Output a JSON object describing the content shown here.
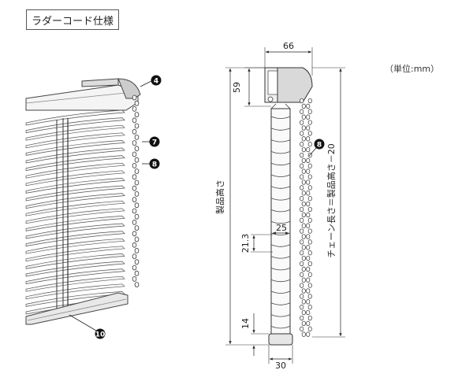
{
  "header": {
    "title": "ラダーコード仕様"
  },
  "unit": "（単位:mm）",
  "dimensions": {
    "top_width": "66",
    "head_height": "59",
    "product_height": "製品高さ",
    "slat_pitch": "21.3",
    "slat_width": "25",
    "bottom_height": "14",
    "bottom_width": "30",
    "chain_length": "チェーン長さ＝製品高さ－20"
  },
  "callouts": [
    {
      "id": "4",
      "label": "4"
    },
    {
      "id": "7",
      "label": "7"
    },
    {
      "id": "8a",
      "label": "8"
    },
    {
      "id": "8b",
      "label": "8"
    },
    {
      "id": "10",
      "label": "10"
    }
  ]
}
